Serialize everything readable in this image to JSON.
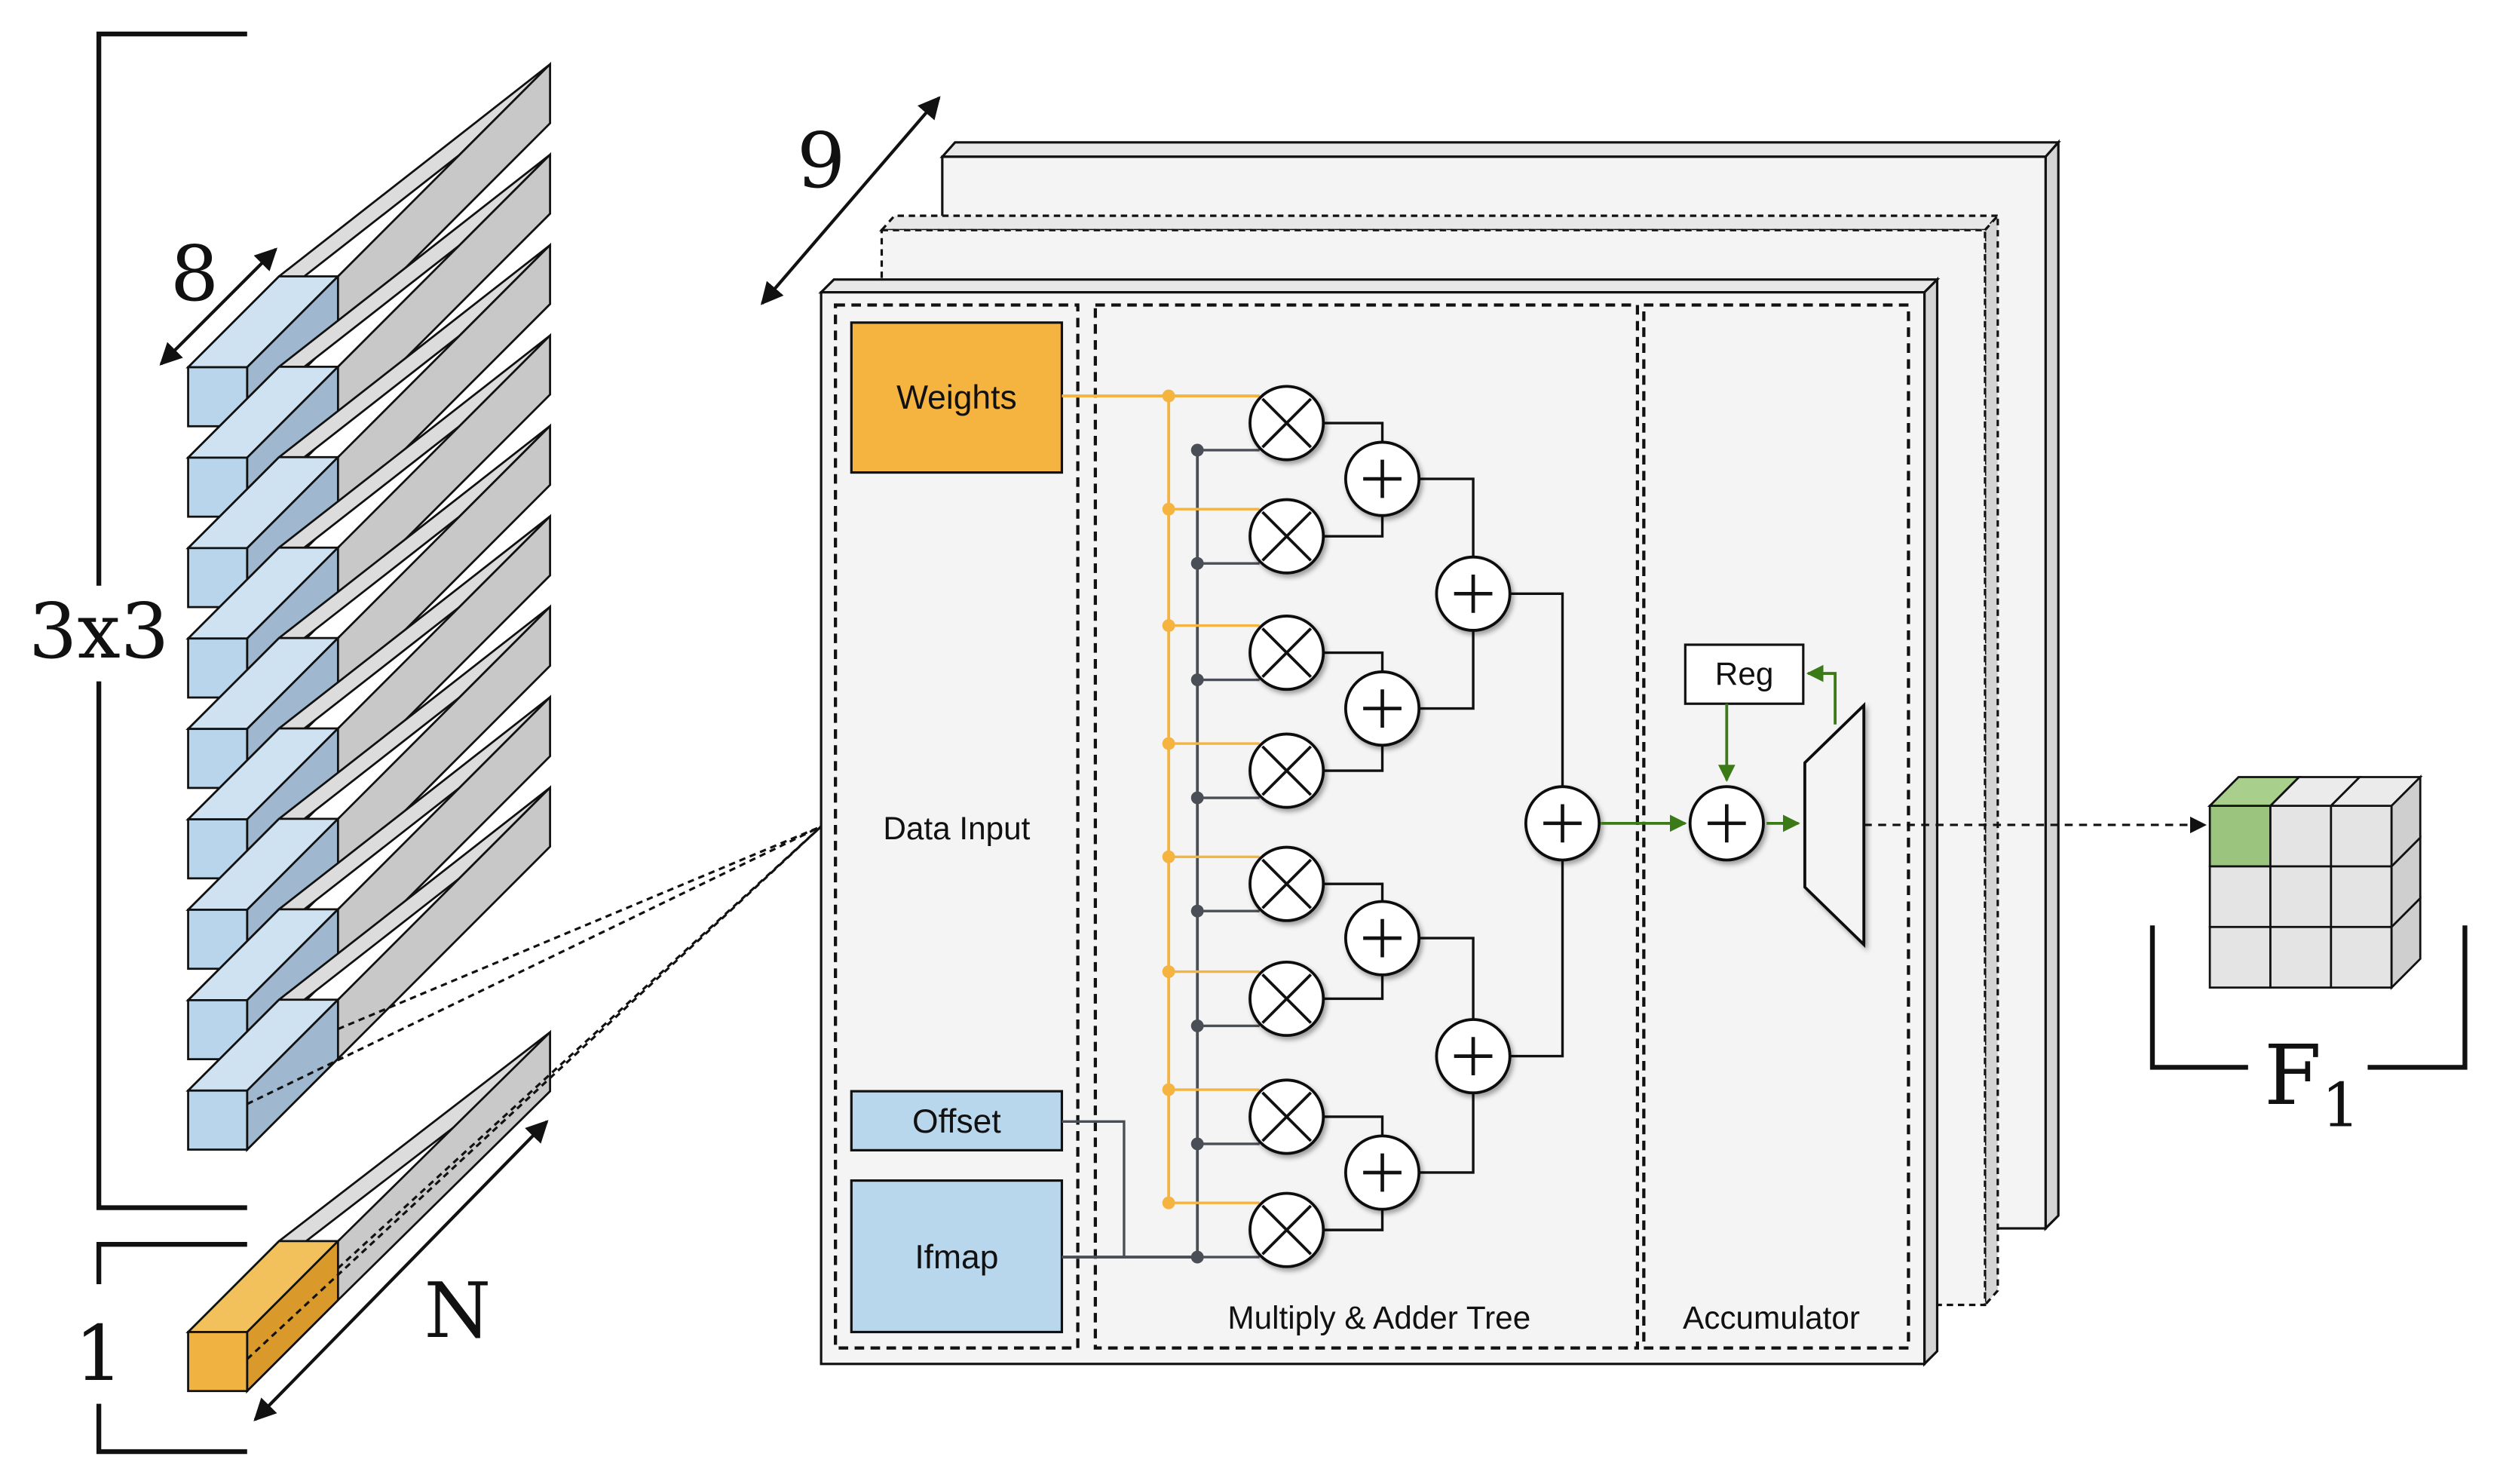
{
  "labels": {
    "three_by_three": "3x3",
    "eight": "8",
    "nine": "9",
    "one": "1",
    "n": "N",
    "f1_main": "F",
    "f1_sub": "1"
  },
  "blocks": {
    "weights": "Weights",
    "data_input": "Data Input",
    "offset": "Offset",
    "ifmap": "Ifmap",
    "multiply_adder_tree": "Multiply & Adder Tree",
    "accumulator": "Accumulator",
    "reg": "Reg"
  },
  "colors": {
    "weights_orange": "#f5b340",
    "input_blue": "#b9d7ec",
    "bar_blue_front": "#b9d5ec",
    "bar_blue_side": "#9fb8cf",
    "bar_gray_top": "#dcdcdc",
    "bar_gray_side": "#c8c8c8",
    "orange_bar": "#f0b342",
    "green_path": "#3a7a17",
    "green_cell": "#9bc47e",
    "panel_fill": "#f4f4f4"
  }
}
